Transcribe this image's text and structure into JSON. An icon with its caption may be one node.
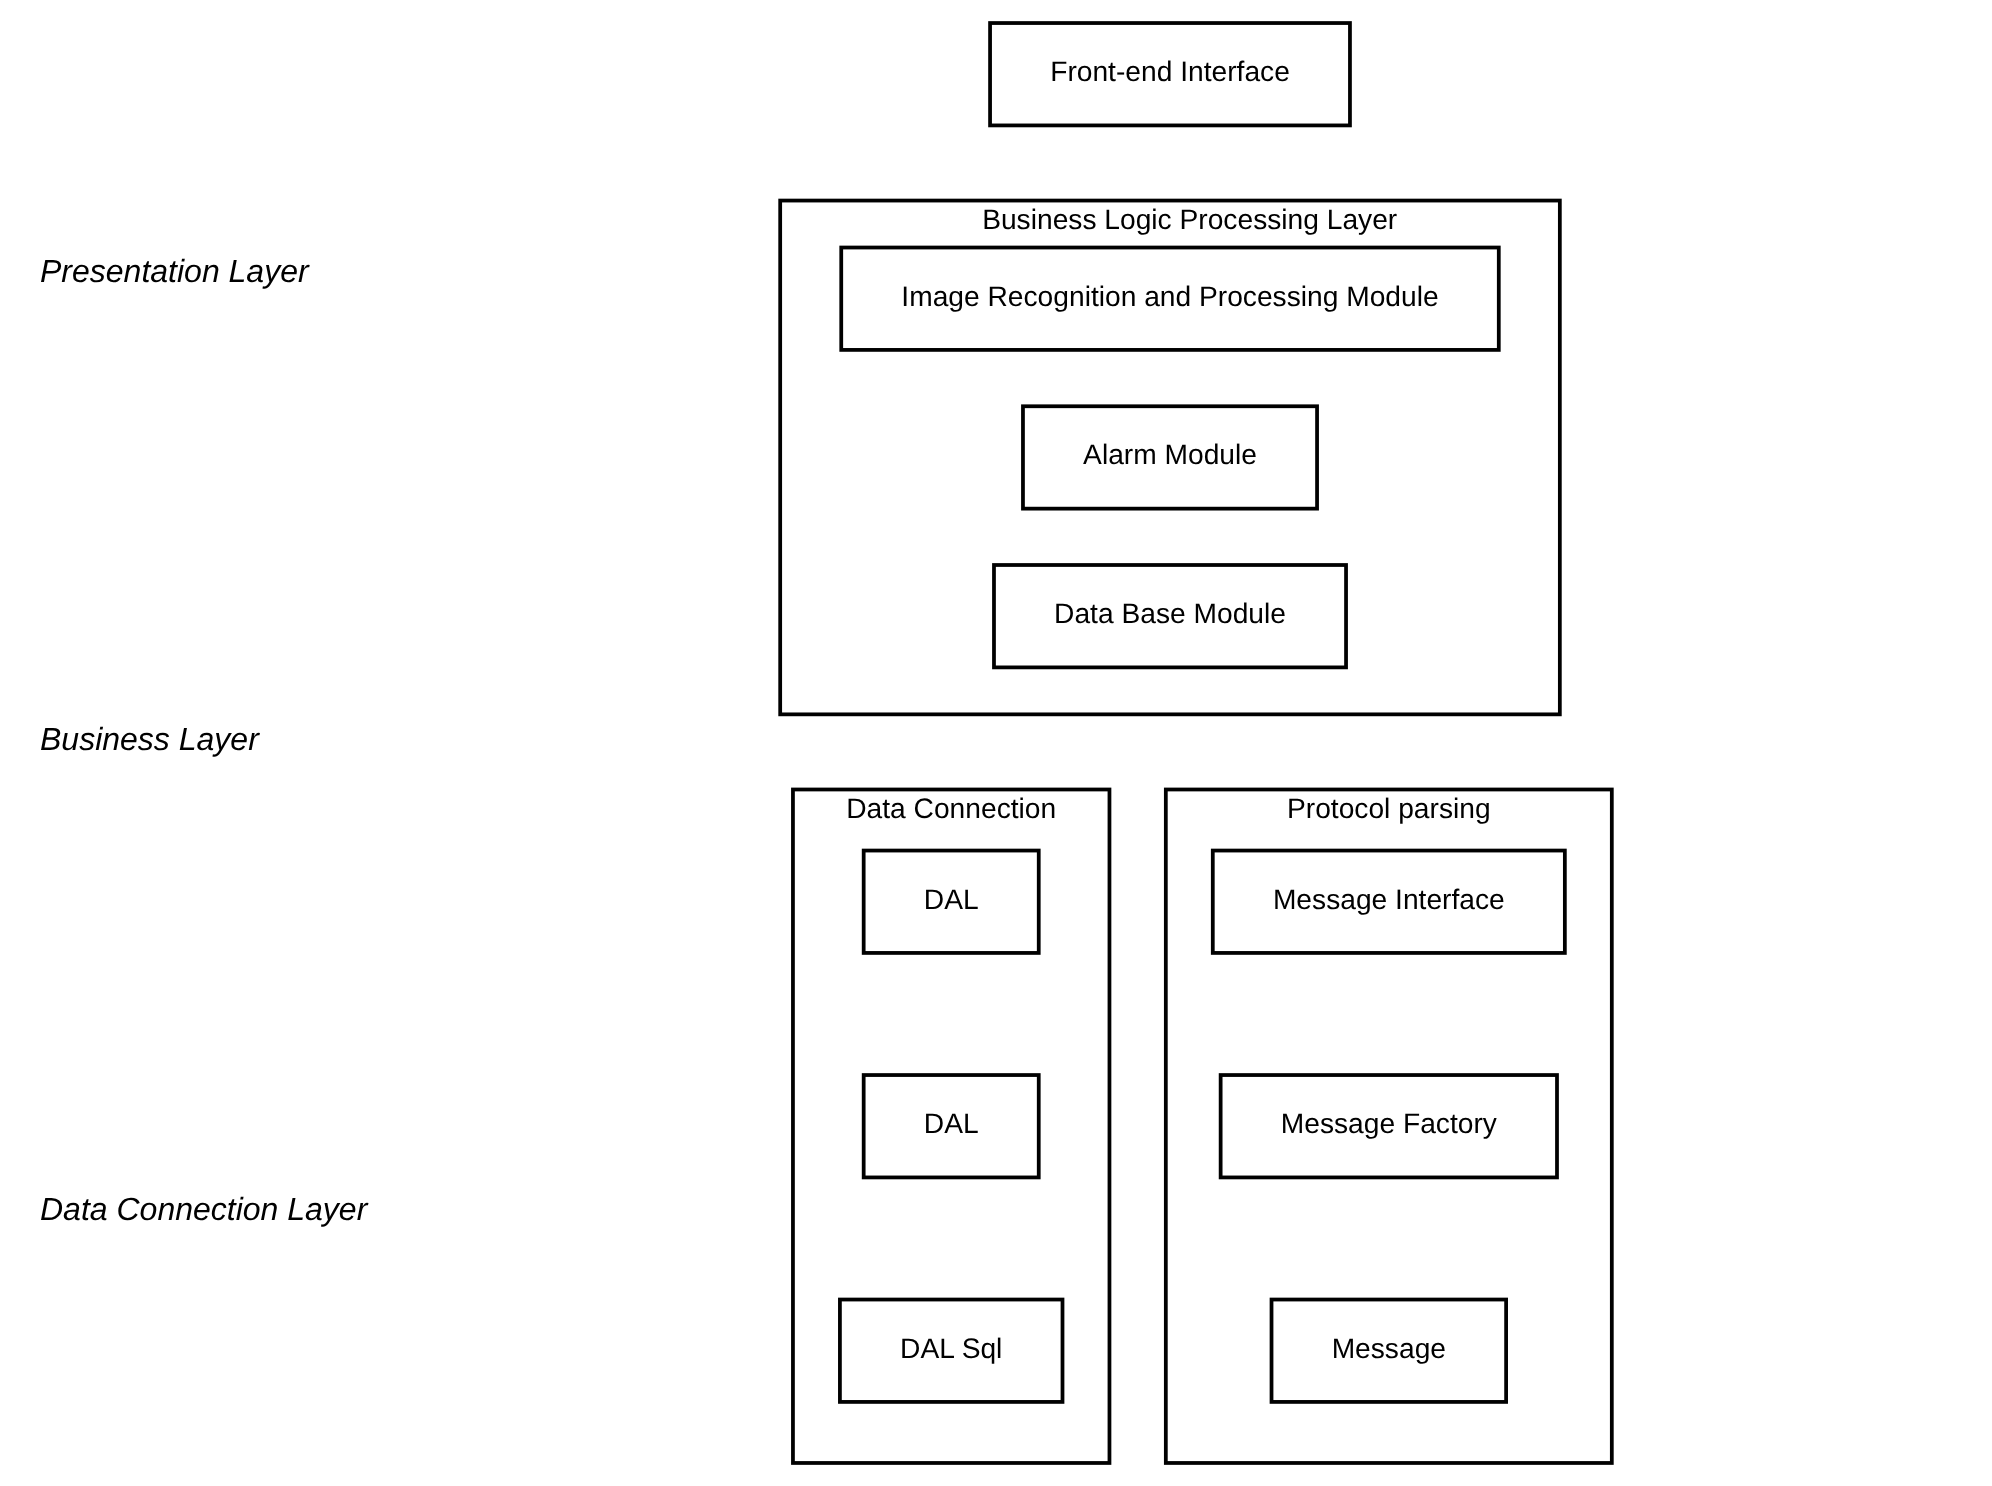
{
  "diagram": {
    "nodes": [
      {
        "text": [
          "Front-end Interface"
        ]
      },
      {
        "text": [
          "Business Logic Processing Layer"
        ]
      },
      {
        "text": [
          "Image Recognition and Processing Module"
        ],
        "in": 1
      },
      {
        "text": [
          "Alarm Module"
        ],
        "in": 1
      },
      {
        "text": [
          "Data Base Module"
        ],
        "in": 1
      },
      {
        "text": [
          "Data Connection"
        ]
      },
      {
        "text": [
          "DAL"
        ],
        "in": 5
      },
      {
        "text": [
          "DAL"
        ],
        "in": 5
      },
      {
        "text": [
          "DAL Sql"
        ],
        "in": 5
      },
      {
        "text": [
          "Protocol parsing"
        ]
      },
      {
        "text": [
          "Message Interface"
        ],
        "in": 9
      },
      {
        "text": [
          "Message Factory"
        ],
        "in": 9
      },
      {
        "text": [
          "Message"
        ],
        "in": 9
      }
    ],
    "edges": [],
    "labels": [
      "Presentation Layer",
      "Business Layer",
      "Data Connection Layer"
    ]
  }
}
